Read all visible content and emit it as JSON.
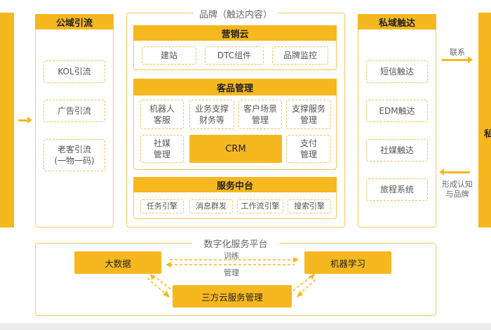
{
  "left_edge": {
    "label": ""
  },
  "right_edge": {
    "label": "私"
  },
  "public_domain": {
    "title": "公域引流",
    "items": [
      "KOL引流",
      "广告引流",
      "老客引流\n(一物一码)"
    ]
  },
  "brand": {
    "title": "品牌（触达内容）",
    "marketing_cloud": {
      "title": "营销云",
      "items": [
        "建站",
        "DTC组件",
        "品牌监控"
      ]
    },
    "product_mgmt": {
      "title": "客品管理",
      "items": [
        "机器人\n客服",
        "业务支撑\n财务等",
        "客户场景\n管理",
        "支撑服务\n管理",
        "社媒\n管理",
        "CRM",
        "支付\n管理"
      ]
    },
    "service_platform": {
      "title": "服务中台",
      "items": [
        "任务引擎",
        "消息群发",
        "工作流引擎",
        "搜索引擎"
      ]
    }
  },
  "private_domain": {
    "title": "私域触达",
    "items": [
      "短信触达",
      "EDM触达",
      "社媒触达",
      "旅程系统"
    ],
    "arrow_contact": "联系",
    "arrow_form": "形成认知\n与品牌"
  },
  "digital_platform": {
    "title": "数字化服务平台",
    "big_data": "大数据",
    "machine_learning": "机器学习",
    "third_party": "三方云服务管理",
    "train_label": "训练",
    "manage_label": "管理"
  },
  "colors": {
    "accent": "#f6b81f",
    "border": "#f3c95a"
  }
}
